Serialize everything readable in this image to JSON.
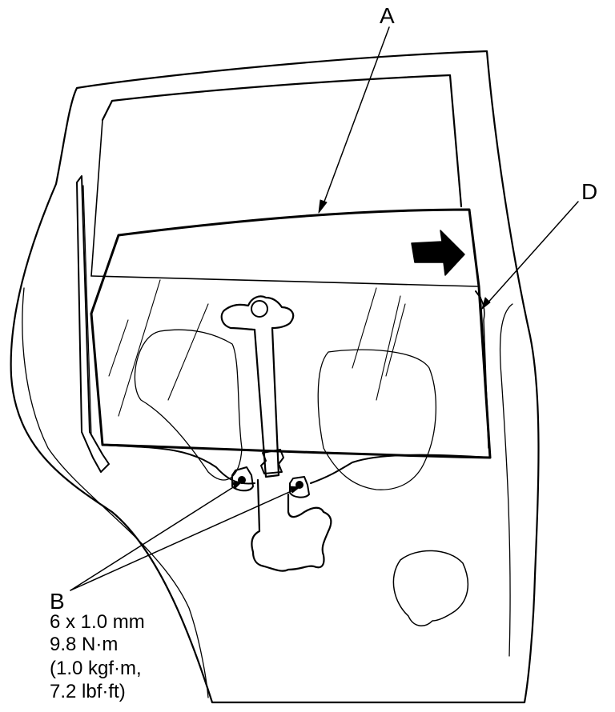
{
  "callouts": {
    "a": "A",
    "b": "B",
    "d": "D"
  },
  "spec": {
    "bolt_size": "6 x 1.0 mm",
    "torque_nm": "9.8 N·m",
    "torque_kgfm": "(1.0 kgf·m,",
    "torque_lbfft": "7.2 lbf·ft)"
  },
  "colors": {
    "line": "#000000",
    "background": "#ffffff"
  }
}
